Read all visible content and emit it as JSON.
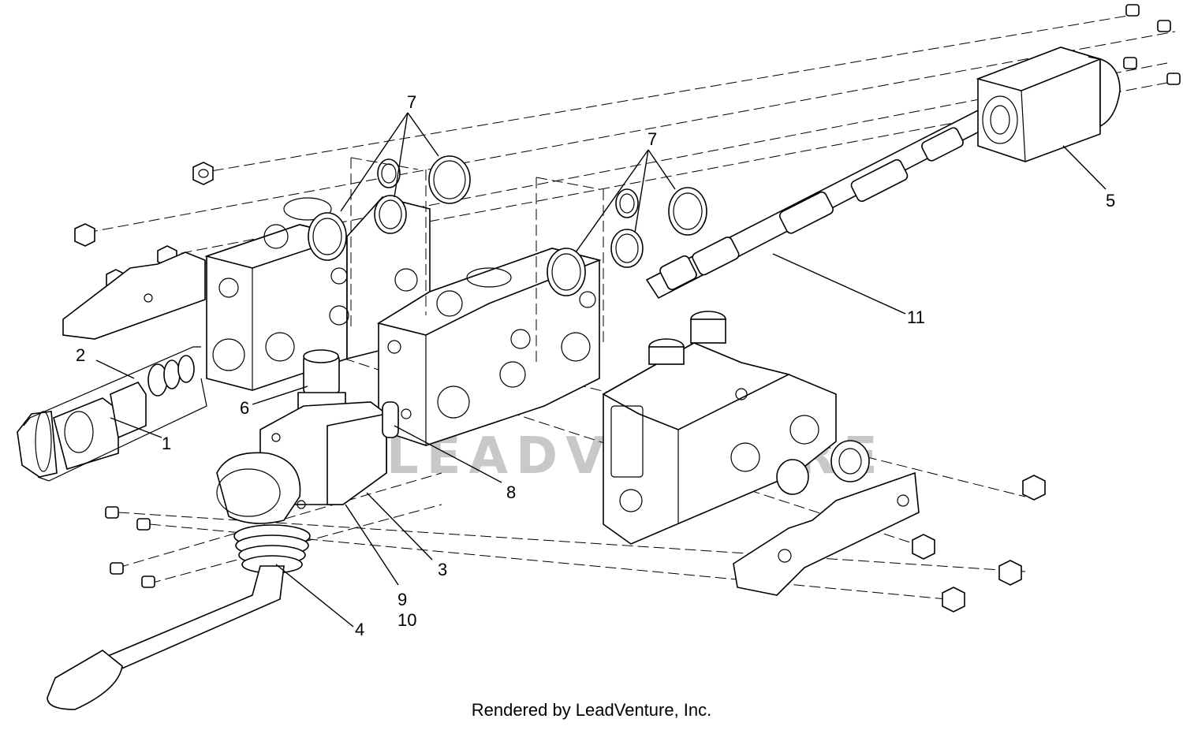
{
  "callouts": {
    "c1": "1",
    "c2": "2",
    "c3": "3",
    "c4": "4",
    "c5": "5",
    "c6": "6",
    "c7a": "7",
    "c7b": "7",
    "c8": "8",
    "c9": "9",
    "c10": "10",
    "c11": "11"
  },
  "watermark": "LEADVENTURE",
  "footer": "Rendered by LeadVenture, Inc."
}
